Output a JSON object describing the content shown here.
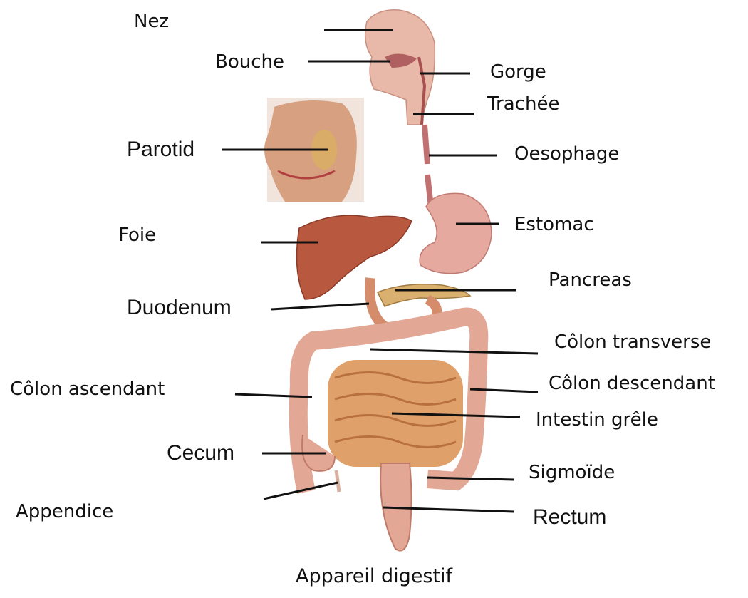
{
  "labels": {
    "nez": "Nez",
    "bouche": "Bouche",
    "gorge": "Gorge",
    "trachee": "Trachée",
    "parotid": "Parotid",
    "oesophage": "Oesophage",
    "foie": "Foie",
    "estomac": "Estomac",
    "pancreas": "Pancreas",
    "duodenum": "Duodenum",
    "colon_transverse": "Côlon transverse",
    "colon_ascendant": "Côlon ascendant",
    "colon_descendant": "Côlon descendant",
    "intestin_grele": "Intestin grêle",
    "cecum": "Cecum",
    "sigmoide": "Sigmoïde",
    "appendice": "Appendice",
    "rectum": "Rectum"
  },
  "caption": "Appareil digestif",
  "colors": {
    "skin": "#e8b9a8",
    "liver": "#b8583e",
    "stomach": "#e6a9a0",
    "intestine": "#e0a06a",
    "colon": "#e2a795",
    "leader": "#111111"
  }
}
